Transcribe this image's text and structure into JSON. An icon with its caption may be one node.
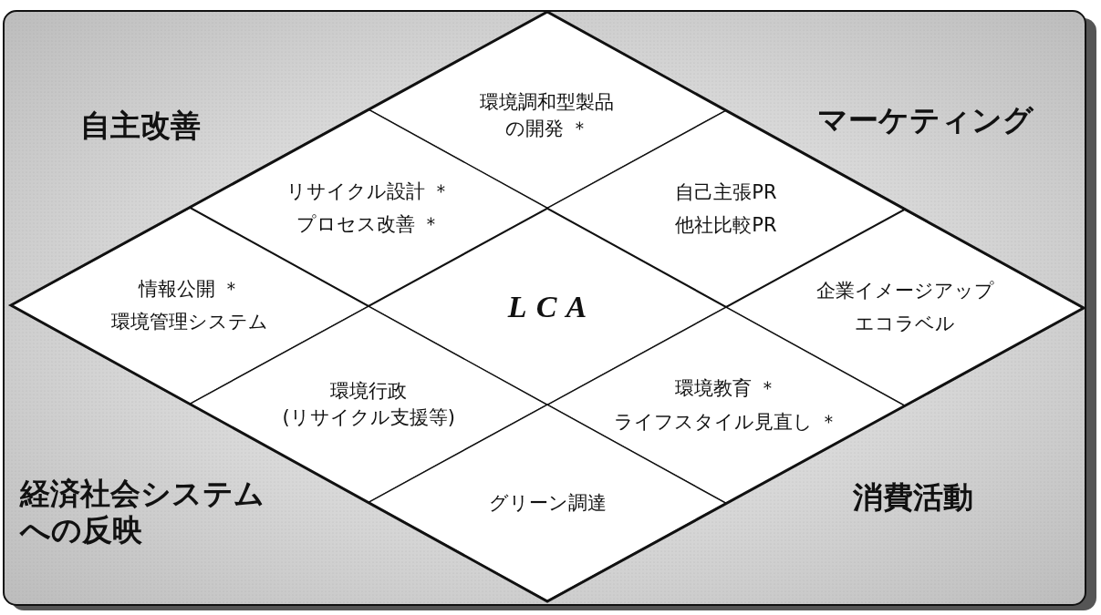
{
  "diagram": {
    "nodes": [
      {
        "text": [
          "環境調和型製品の開発 ＊"
        ]
      },
      {
        "text": [
          "リサイクル設計 ＊",
          "プロセス改善 ＊"
        ]
      },
      {
        "text": [
          "自己主張PR",
          "他社比較PR"
        ]
      },
      {
        "text": [
          "情報公開 ＊",
          "環境管理システム"
        ]
      },
      {
        "text": [
          "LCA"
        ]
      },
      {
        "text": [
          "企業イメージアップ",
          "エコラベル"
        ]
      },
      {
        "text": [
          "環境行政(リサイクル支援等)"
        ]
      },
      {
        "text": [
          "環境教育 ＊",
          "ライフスタイル見直し ＊"
        ]
      },
      {
        "text": [
          "グリーン調達"
        ]
      }
    ],
    "edges": [],
    "labels": [
      "自主改善",
      "マーケティング",
      "経済社会システムへの反映",
      "消費活動"
    ]
  }
}
